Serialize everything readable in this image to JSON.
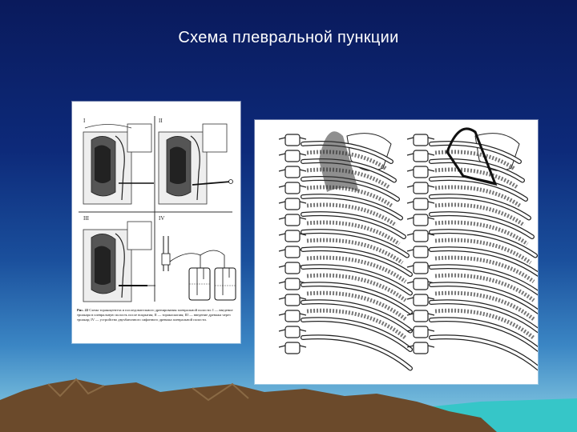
{
  "slide": {
    "title": "Схема плевральной пункции",
    "colors": {
      "background_top": "#0a1a5c",
      "background_bottom": "#8fd3e6",
      "title_text": "#ffffff",
      "mountain": "#6b4a2b",
      "water": "#36c6c8"
    }
  },
  "left_figure": {
    "caption_label": "Рис. 22",
    "caption_text": "Схема торакоцентеза и последовательного дренирования плевральной полости: I — введение троакара в плевральную полость после вскрытия; II — торакоскопия; III — введение дренажа через троакар; IV — устройство двухбаночного сифонного дренажа плевральной полости.",
    "panel_labels": [
      "I",
      "II",
      "III",
      "IV"
    ],
    "icon": "thoracentesis-diagram"
  },
  "right_figure": {
    "icon": "rib-cage-pleura-diagram"
  }
}
